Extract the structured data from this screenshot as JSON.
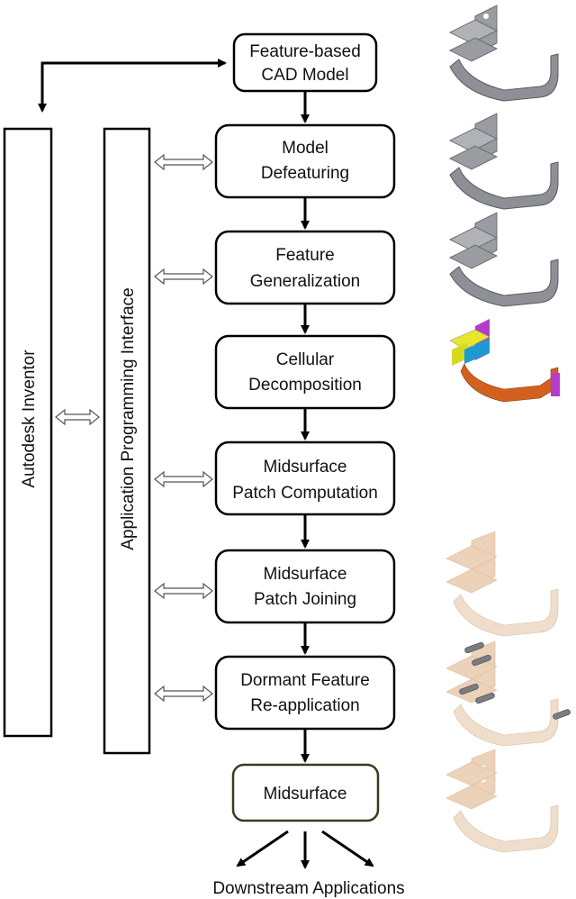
{
  "left_bars": {
    "autodesk": "Autodesk Inventor",
    "api": "Application Programming Interface"
  },
  "steps": [
    {
      "line1": "Feature-based",
      "line2": "CAD Model"
    },
    {
      "line1": "Model",
      "line2": "Defeaturing"
    },
    {
      "line1": "Feature",
      "line2": "Generalization"
    },
    {
      "line1": "Cellular",
      "line2": "Decomposition"
    },
    {
      "line1": "Midsurface",
      "line2": "Patch Computation"
    },
    {
      "line1": "Midsurface",
      "line2": "Patch Joining"
    },
    {
      "line1": "Dormant Feature",
      "line2": "Re-application"
    },
    {
      "line1": "Midsurface",
      "line2": ""
    }
  ],
  "footer": "Downstream Applications",
  "colors": {
    "steel": "#8e9096",
    "yellow": "#e6e62a",
    "orange": "#d2601e",
    "magenta": "#b43cc8",
    "translucent": "#e8c8a8"
  }
}
